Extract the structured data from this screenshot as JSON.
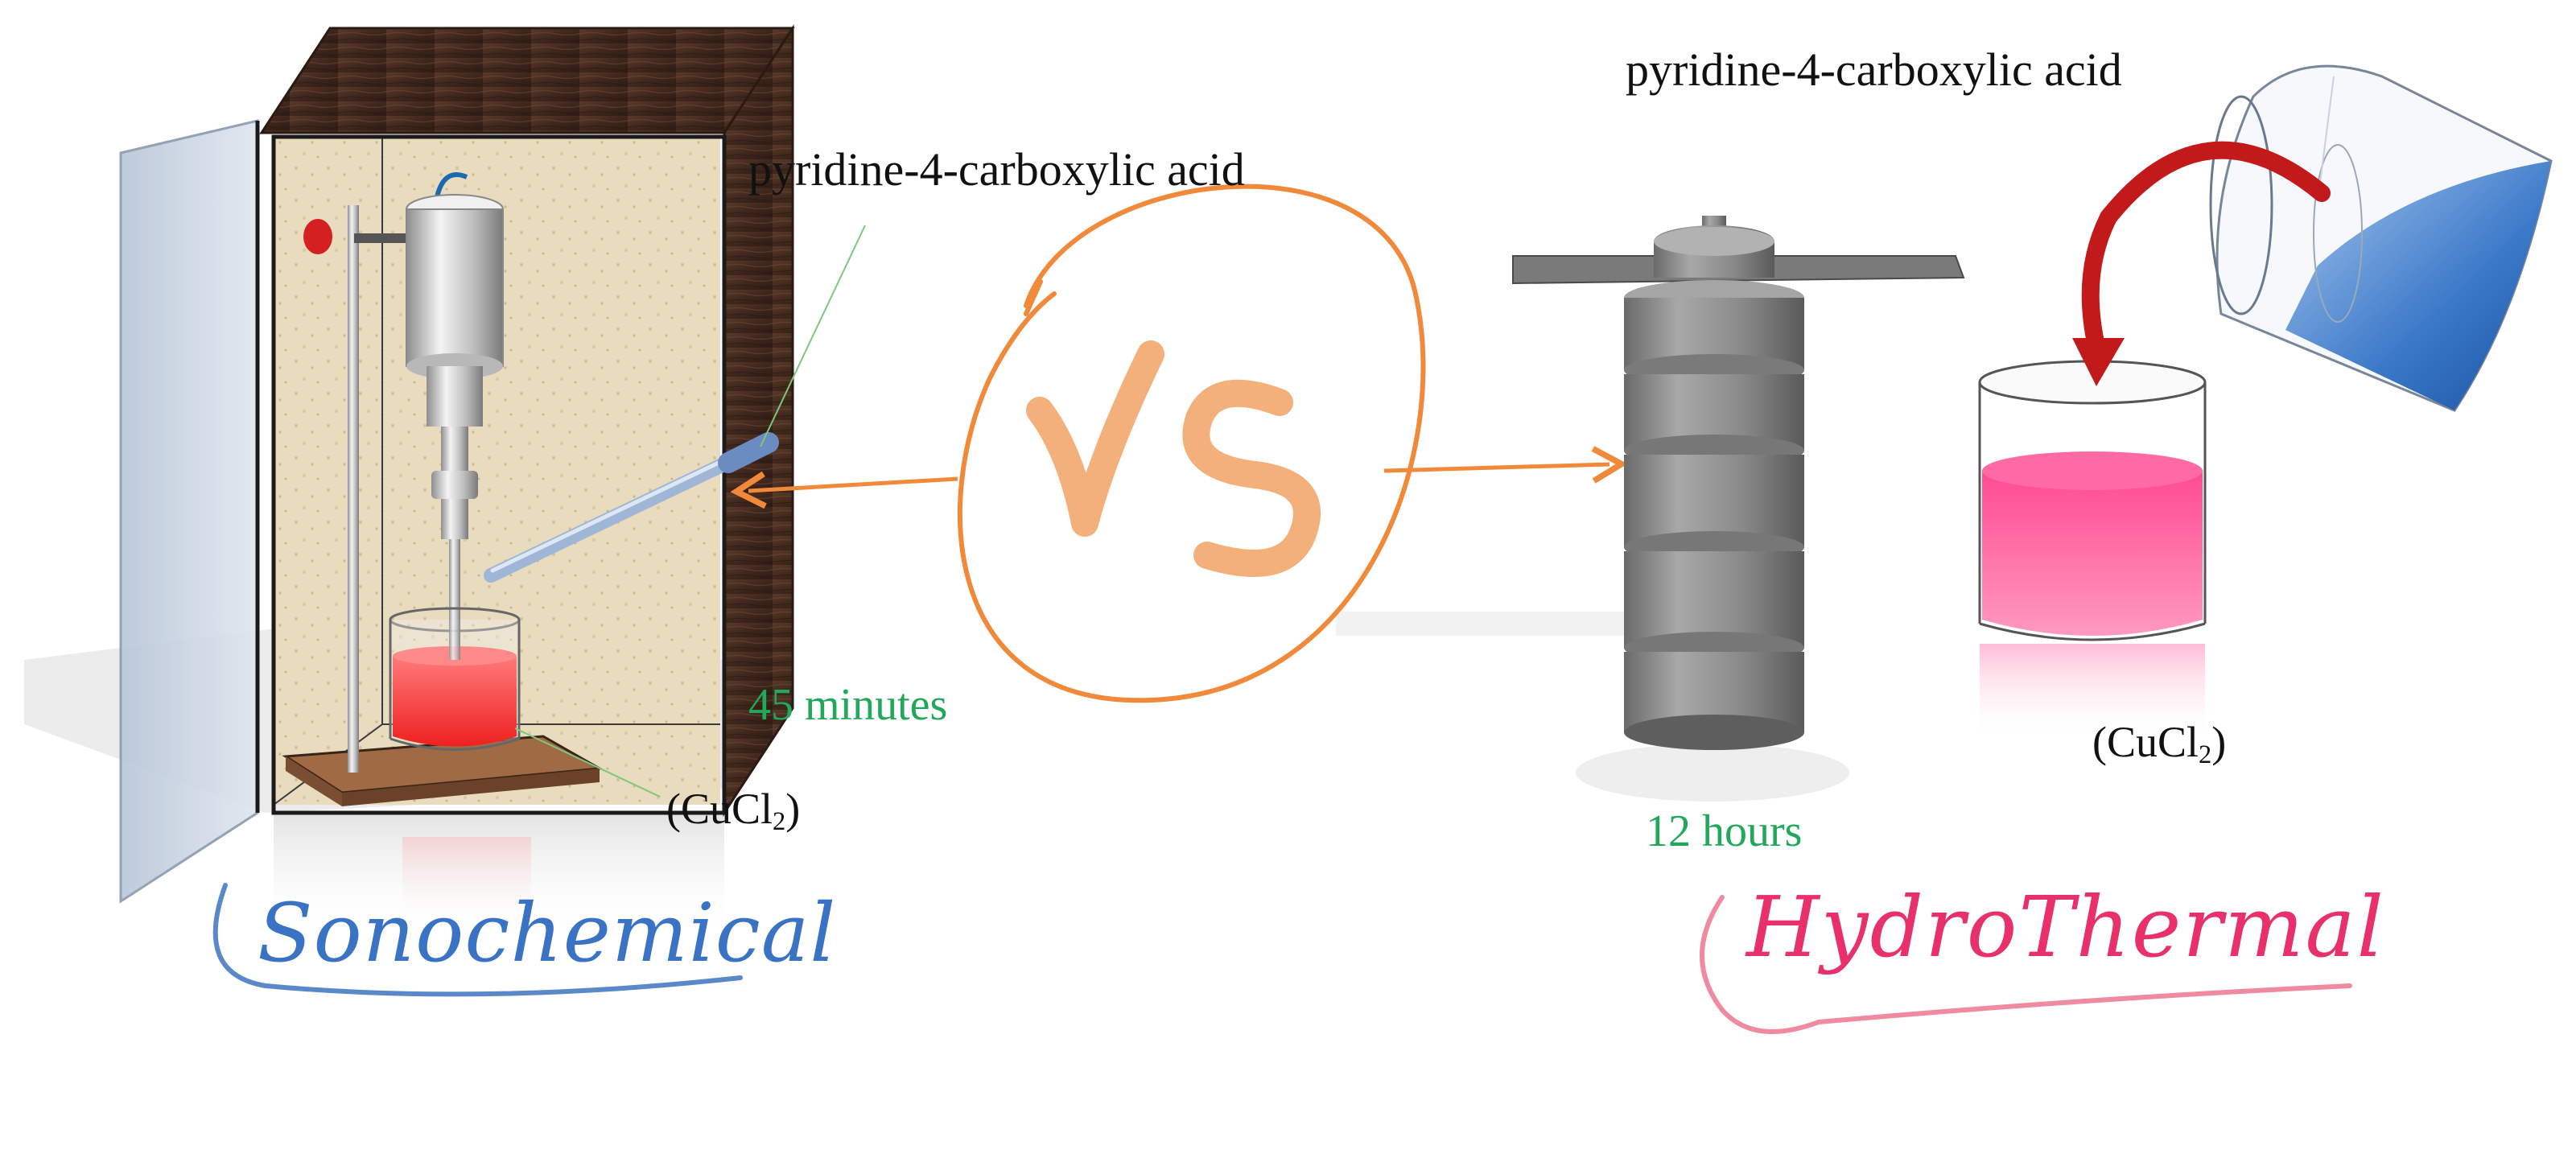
{
  "labels": {
    "pyridine_left": "pyridine-4-carboxylic acid",
    "pyridine_right": "pyridine-4-carboxylic acid",
    "cucl2_left_prefix": "(CuCl",
    "cucl2_left_sub": "2",
    "cucl2_left_suffix": ")",
    "cucl2_right_prefix": "(CuCl",
    "cucl2_right_sub": "2",
    "cucl2_right_suffix": ")",
    "time_sono": "45 minutes",
    "time_hydro": "12 hours",
    "vs": "VS",
    "method_sono": "Sonochemical",
    "method_hydro": "HydroThermal"
  },
  "colors": {
    "cabinet_wood": "#4a2f22",
    "cabinet_interior": "#e8d8b8",
    "glass_panel": "#c6d2e0",
    "probe_metal": "#d8d8d8",
    "sono_liquid": "#ff3a3a",
    "hydro_liquid": "#ff5a98",
    "autoclave_gray": "#8a8a8a",
    "vs_orange": "#f0a060",
    "arrow_orange": "#f08a3a",
    "time_green": "#22a85a",
    "sono_blue": "#3a72c4",
    "hydro_pink": "#f06a8a",
    "pour_arrow_red": "#c21a1a"
  },
  "icons": [
    "sonication-cabinet-icon",
    "ultrasonic-probe-icon",
    "pipette-icon",
    "autoclave-icon",
    "beaker-icon",
    "pouring-beaker-icon"
  ]
}
